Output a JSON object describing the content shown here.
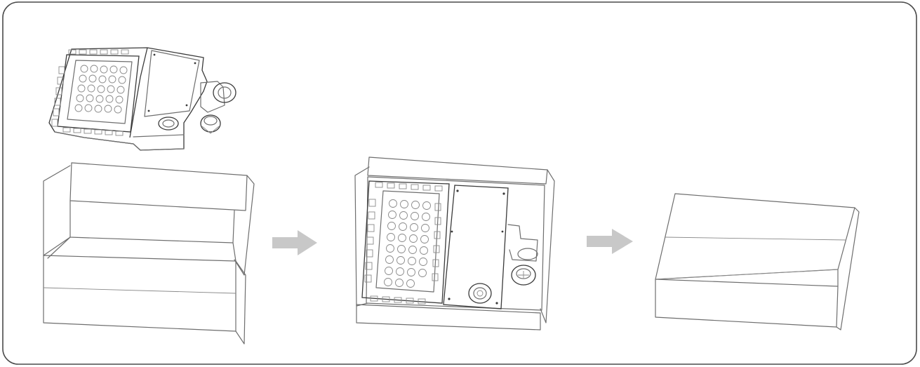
{
  "diagram": {
    "steps": [
      {
        "id": "luminaire-above-open-box"
      },
      {
        "id": "luminaire-placed-in-box"
      },
      {
        "id": "closed-box"
      }
    ],
    "colors": {
      "frame": "#4a4a4a",
      "line": "#6e6e6e",
      "arrow": "#c8c8c8"
    },
    "icons": [
      "arrow-right-icon",
      "arrow-right-icon"
    ]
  }
}
